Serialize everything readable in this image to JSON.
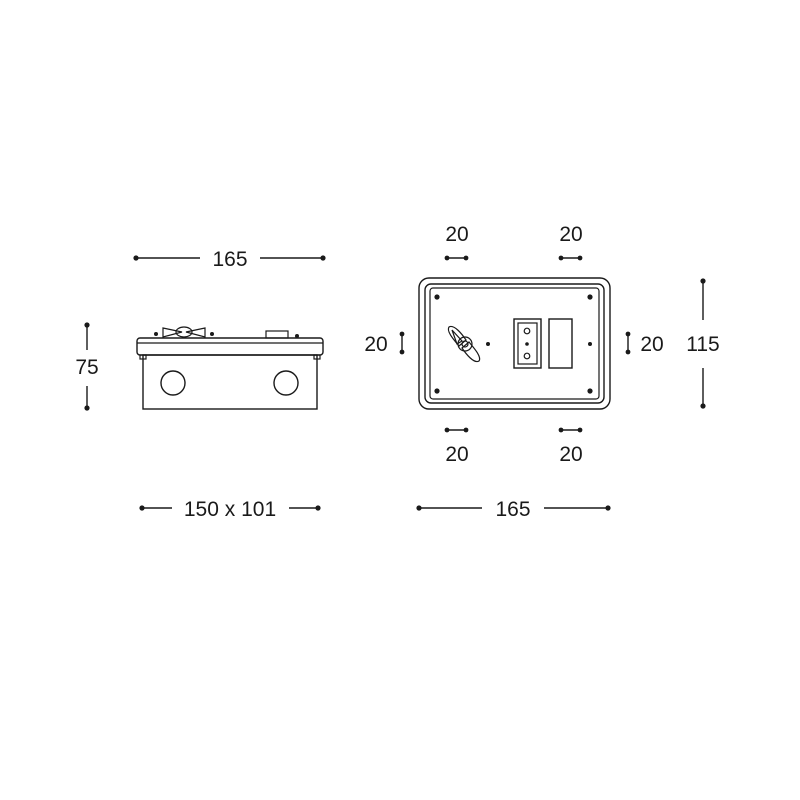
{
  "side_view": {
    "width_label": "165",
    "height_label": "75",
    "base_label": "150 x 101"
  },
  "front_view": {
    "top_left_label": "20",
    "top_right_label": "20",
    "left_label": "20",
    "right_label": "20",
    "bottom_left_label": "20",
    "bottom_right_label": "20",
    "height_label": "115",
    "width_label": "165"
  },
  "colors": {
    "stroke": "#1a1a1a",
    "background": "#ffffff"
  }
}
